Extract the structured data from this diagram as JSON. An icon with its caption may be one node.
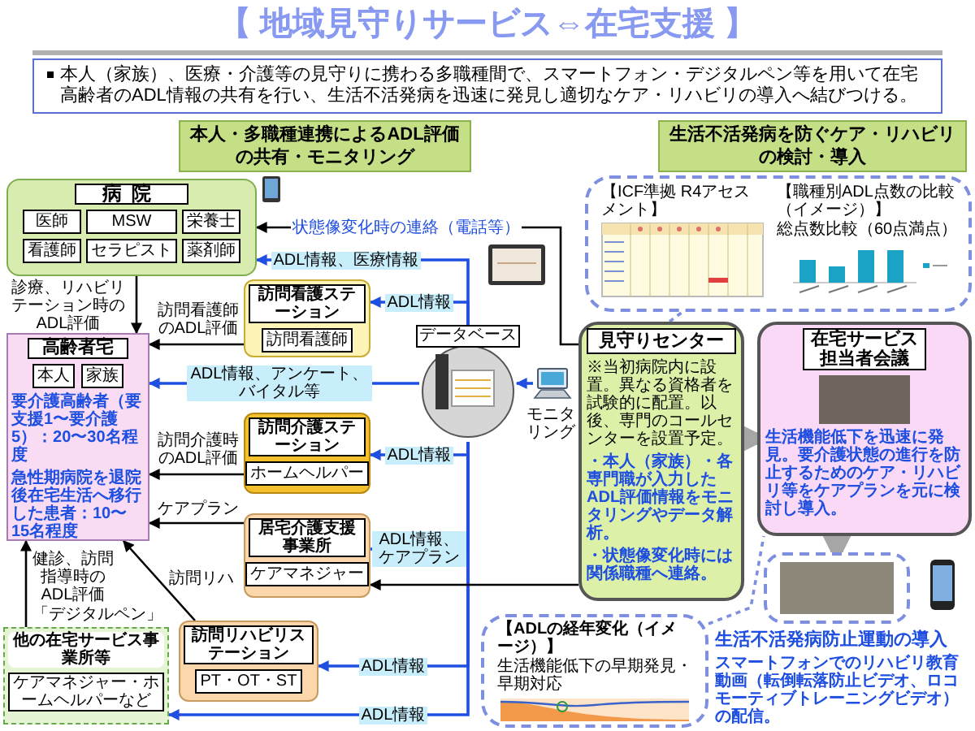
{
  "diagram": {
    "title": "【 地域見守りサービス⇔在宅支援 】",
    "nodes": [
      {
        "text": [
          "本人（家族）、医療・介護等の見守りに携わる多職種間で、スマートフォン・デジタルペン等を用いて在宅高齢者のADL情報の共有を行い、生活不活発病を迅速に発見し適切なケア・リハビリの導入へ結びつける。"
        ]
      },
      {
        "text": [
          "本人・多職種連携によるADL評価の共有・モニタリング"
        ]
      },
      {
        "text": [
          "生活不活発病を防ぐケア・リハビリの検討・導入"
        ]
      },
      {
        "text": [
          "病院"
        ]
      },
      {
        "text": [
          "医師"
        ],
        "in": 3
      },
      {
        "text": [
          "MSW"
        ],
        "in": 3
      },
      {
        "text": [
          "栄養士"
        ],
        "in": 3
      },
      {
        "text": [
          "看護師"
        ],
        "in": 3
      },
      {
        "text": [
          "セラピスト"
        ],
        "in": 3
      },
      {
        "text": [
          "薬剤師"
        ],
        "in": 3
      },
      {
        "text": [
          "訪問看護ステーション"
        ]
      },
      {
        "text": [
          "訪問看護師"
        ],
        "in": 10
      },
      {
        "text": [
          "高齢者宅",
          "要介護高齢者（要支援1〜要介護5）：20〜30名程度",
          "急性期病院を退院後在宅生活へ移行した患者：10〜15名程度"
        ]
      },
      {
        "text": [
          "本人"
        ],
        "in": 12
      },
      {
        "text": [
          "家族"
        ],
        "in": 12
      },
      {
        "text": [
          "訪問介護ステーション"
        ]
      },
      {
        "text": [
          "ホームヘルパー"
        ],
        "in": 15
      },
      {
        "text": [
          "居宅介護支援事業所"
        ]
      },
      {
        "text": [
          "ケアマネジャー"
        ],
        "in": 17
      },
      {
        "text": [
          "訪問リハビリステーション"
        ]
      },
      {
        "text": [
          "PT・OT・ST"
        ],
        "in": 19
      },
      {
        "text": [
          "他の在宅サービス事業所等"
        ]
      },
      {
        "text": [
          "ケアマネジャー・ホームヘルパーなど"
        ],
        "in": 21
      },
      {
        "text": [
          "データベース"
        ]
      },
      {
        "text": [],
        "shape": "picture"
      },
      {
        "text": [
          "見守りセンター",
          "※当初病院内に設置。異なる資格者を試験的に配置。以後、専門のコールセンターを設置予定。",
          "・本人（家族）・各専門職が入力したADL評価情報をモニタリングやデータ解析。",
          "・状態像変化時には関係職種へ連絡。"
        ]
      },
      {
        "text": [
          "在宅サービス担当者会議",
          "生活機能低下を迅速に発見。要介護状態の進行を防止するためのケア・リハビリ等をケアプランを元に検討し導入。"
        ]
      },
      {
        "text": [
          "【ICF準拠 R4アセスメント】",
          "【職種別ADL点数の比較（イメージ）】",
          "総点数比較（60点満点）"
        ]
      },
      {
        "text": [
          "【ADLの経年変化（イメージ）】",
          "生活機能低下の早期発見・早期対応"
        ]
      },
      {
        "text": [],
        "shape": "picture"
      }
    ],
    "edges": [
      {
        "from": 25,
        "to": 3,
        "arrow": "to",
        "label": "状態像変化時の連絡（電話等）"
      },
      {
        "from": 23,
        "to": 3,
        "arrow": "to",
        "label": "ADL情報、医療情報",
        "color": "#1f4fe0"
      },
      {
        "from": 23,
        "to": 10,
        "arrow": "to",
        "label": "ADL情報",
        "color": "#1f4fe0"
      },
      {
        "from": 23,
        "to": 12,
        "arrow": "to",
        "label": "ADL情報、アンケート、バイタル等",
        "color": "#1f4fe0"
      },
      {
        "from": 23,
        "to": 15,
        "arrow": "to",
        "label": "ADL情報",
        "color": "#1f4fe0"
      },
      {
        "from": 23,
        "to": 17,
        "arrow": "to",
        "label": "ADL情報、ケアプラン",
        "color": "#1f4fe0"
      },
      {
        "from": 23,
        "to": 19,
        "arrow": "to",
        "label": "ADL情報",
        "color": "#1f4fe0"
      },
      {
        "from": 23,
        "to": 21,
        "arrow": "to",
        "label": "ADL情報",
        "color": "#1f4fe0"
      },
      {
        "from": 24,
        "to": 23,
        "arrow": "to",
        "label": "モニタリング",
        "color": "#1f4fe0"
      },
      {
        "from": 25,
        "to": 17,
        "arrow": "to"
      },
      {
        "from": 3,
        "to": 12,
        "arrow": "to",
        "label": "診療、リハビリテーション時のADL評価"
      },
      {
        "from": 10,
        "to": 12,
        "arrow": "to",
        "label": "訪問看護師のADL評価"
      },
      {
        "from": 15,
        "to": 12,
        "arrow": "to",
        "label": "訪問介護時のADL評価"
      },
      {
        "from": 17,
        "to": 12,
        "arrow": "to",
        "label": "ケアプラン"
      },
      {
        "from": 19,
        "to": 12,
        "arrow": "to",
        "label": "訪問リハ"
      },
      {
        "from": 21,
        "to": 12,
        "arrow": "to",
        "label": "健診、訪問指導時のADL評価"
      },
      {
        "from": 25,
        "to": 26,
        "arrow": "to",
        "style": "thick",
        "color": "#a6a6a6"
      },
      {
        "from": 26,
        "to": 29,
        "arrow": "to",
        "style": "thick",
        "color": "#a6a6a6"
      },
      {
        "from": 25,
        "to": 27,
        "arrow": "none",
        "style": "dashed",
        "color": "#7f8fe0"
      },
      {
        "from": 28,
        "to": 26,
        "arrow": "none",
        "style": "dashed",
        "color": "#7f8fe0"
      }
    ],
    "labels": [
      "「デジタルペン」",
      "生活不活発病防止運動の導入",
      "スマートフォンでのリハビリ教育動画（転倒転落防止ビデオ、ロコモーティブトレーニングビデオ）の配信。"
    ]
  }
}
